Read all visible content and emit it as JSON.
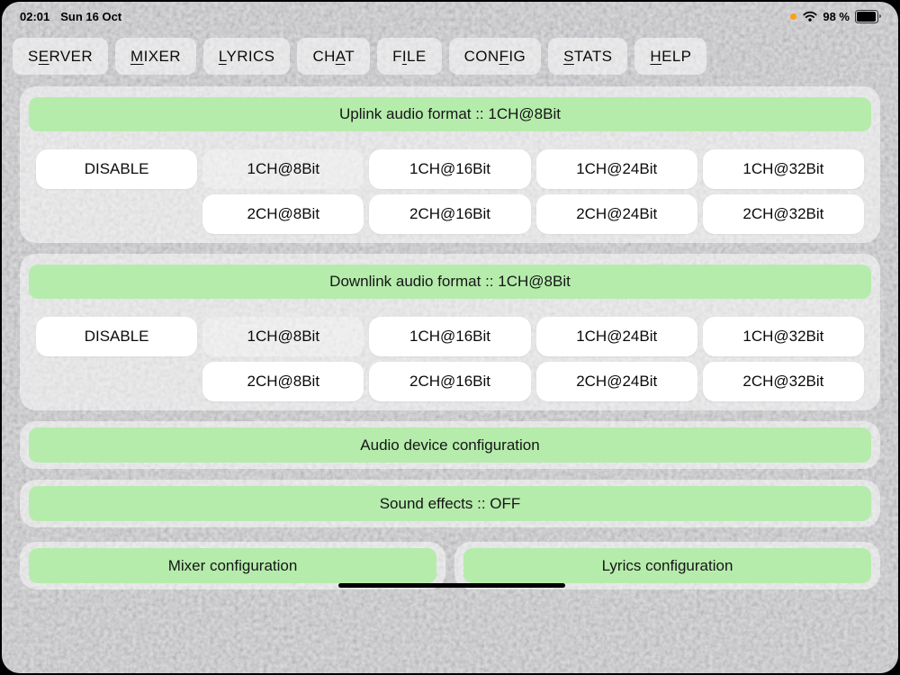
{
  "status_bar": {
    "time": "02:01",
    "date": "Sun 16 Oct",
    "battery_percent": "98 %",
    "icons": [
      "privacy-indicator-dot",
      "wifi-icon",
      "battery-icon"
    ]
  },
  "menu": {
    "items": [
      {
        "label": "SERVER",
        "mnemonic_index": 1
      },
      {
        "label": "MIXER",
        "mnemonic_index": 0
      },
      {
        "label": "LYRICS",
        "mnemonic_index": 0
      },
      {
        "label": "CHAT",
        "mnemonic_index": 2
      },
      {
        "label": "FILE",
        "mnemonic_index": 1
      },
      {
        "label": "CONFIG",
        "mnemonic_index": 3
      },
      {
        "label": "STATS",
        "mnemonic_index": 0
      },
      {
        "label": "HELP",
        "mnemonic_index": 0
      }
    ]
  },
  "sections": {
    "uplink": {
      "header": "Uplink audio format :: 1CH@8Bit",
      "selected": "1CH@8Bit",
      "row1": [
        "DISABLE",
        "1CH@8Bit",
        "1CH@16Bit",
        "1CH@24Bit",
        "1CH@32Bit"
      ],
      "row2": [
        "2CH@8Bit",
        "2CH@16Bit",
        "2CH@24Bit",
        "2CH@32Bit"
      ]
    },
    "downlink": {
      "header": "Downlink audio format :: 1CH@8Bit",
      "selected": "1CH@8Bit",
      "row1": [
        "DISABLE",
        "1CH@8Bit",
        "1CH@16Bit",
        "1CH@24Bit",
        "1CH@32Bit"
      ],
      "row2": [
        "2CH@8Bit",
        "2CH@16Bit",
        "2CH@24Bit",
        "2CH@32Bit"
      ]
    },
    "audio_device": {
      "label": "Audio device configuration"
    },
    "sound_effects": {
      "label": "Sound effects :: OFF"
    },
    "mixer": {
      "label": "Mixer configuration"
    },
    "lyrics": {
      "label": "Lyrics configuration"
    }
  },
  "colors": {
    "background": "#d6d6da",
    "panel": "rgba(255,255,255,0.5)",
    "green_accent": "#b5ecab",
    "button_white": "#ffffff",
    "text": "#111111",
    "privacy_dot": "#ff9f0a"
  }
}
